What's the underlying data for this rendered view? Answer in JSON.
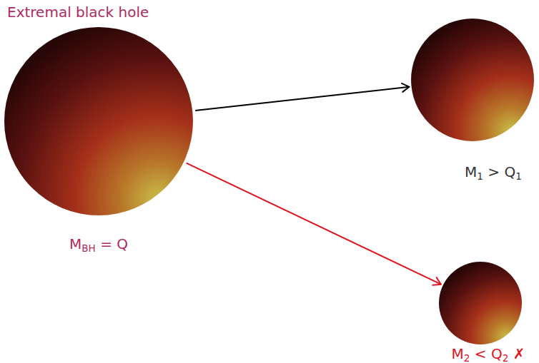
{
  "diagram": {
    "nodes": [
      {
        "text": [
          "Extremal black hole",
          "MBH = Q"
        ]
      },
      {
        "text": [
          "M1 > Q1"
        ]
      },
      {
        "text": [
          "M2 < Q2 ✗"
        ]
      }
    ],
    "edges": [
      {
        "from": 0,
        "to": 1,
        "arrow": "to"
      },
      {
        "from": 0,
        "to": 2,
        "arrow": "to"
      }
    ]
  }
}
